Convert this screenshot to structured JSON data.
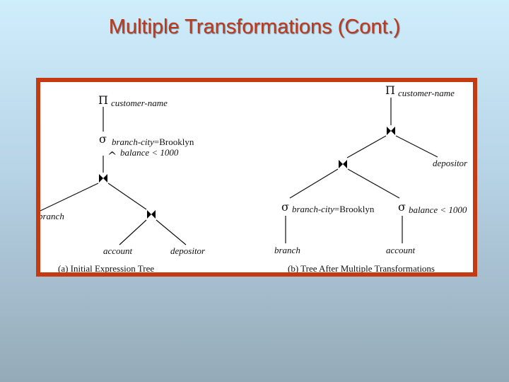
{
  "slide": {
    "title": "Multiple Transformations (Cont.)"
  },
  "symbols": {
    "project": "Π",
    "select": "σ",
    "and": "^"
  },
  "tree_a": {
    "caption": "(a) Initial Expression Tree",
    "project_attr": "customer-name",
    "select_attr1": "branch-city",
    "select_val1": "=Brooklyn",
    "select_attr2": "balance < 1000",
    "leaf_branch": "branch",
    "leaf_account": "account",
    "leaf_depositor": "depositor"
  },
  "tree_b": {
    "caption": "(b) Tree After Multiple Transformations",
    "project_attr": "customer-name",
    "select_left_attr": "branch-city",
    "select_left_val": "=Brooklyn",
    "select_right_attr": "balance < 1000",
    "leaf_depositor": "depositor",
    "leaf_branch": "branch",
    "leaf_account": "account"
  }
}
